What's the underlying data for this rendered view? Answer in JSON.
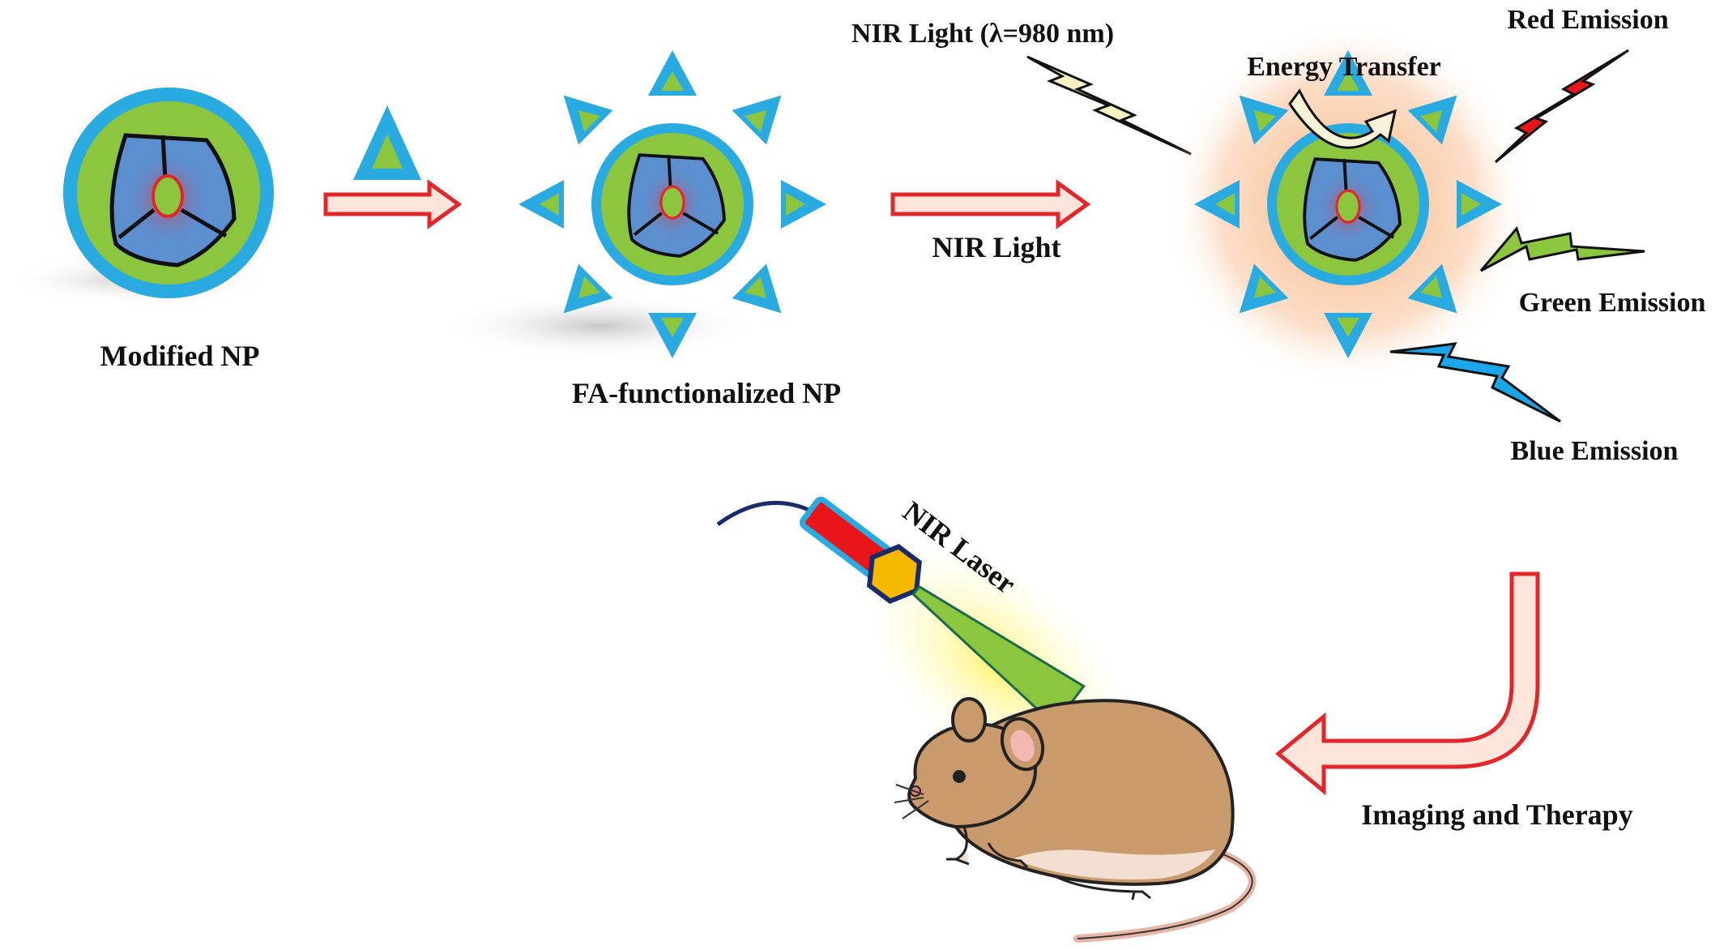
{
  "labels": {
    "modified_np": "Modified NP",
    "fa_np": "FA-functionalized NP",
    "nir_light": "NIR Light",
    "nir_light_980": "NIR Light (λ=980 nm)",
    "energy_transfer": "Energy Transfer",
    "red_emission": "Red Emission",
    "green_emission": "Green Emission",
    "blue_emission": "Blue Emission",
    "nir_laser": "NIR Laser",
    "imaging_therapy": "Imaging and Therapy"
  },
  "colors": {
    "core_blue": "#5b8fd0",
    "shell_green": "#8cc63f",
    "outer_cyan": "#29abe2",
    "glow_orange": "#f7a86a",
    "flow_arrow_red": "#e3262a",
    "flow_arrow_fill": "#fde5dc",
    "bolt_nir": "#f7f1c3",
    "bolt_red": "#e8161b",
    "bolt_green": "#8cc63f",
    "bolt_blue": "#1aa6e8",
    "mouse_body": "#c89a6c",
    "laser_beam": "#8cc63f",
    "laser_tip": "#f7b800"
  }
}
